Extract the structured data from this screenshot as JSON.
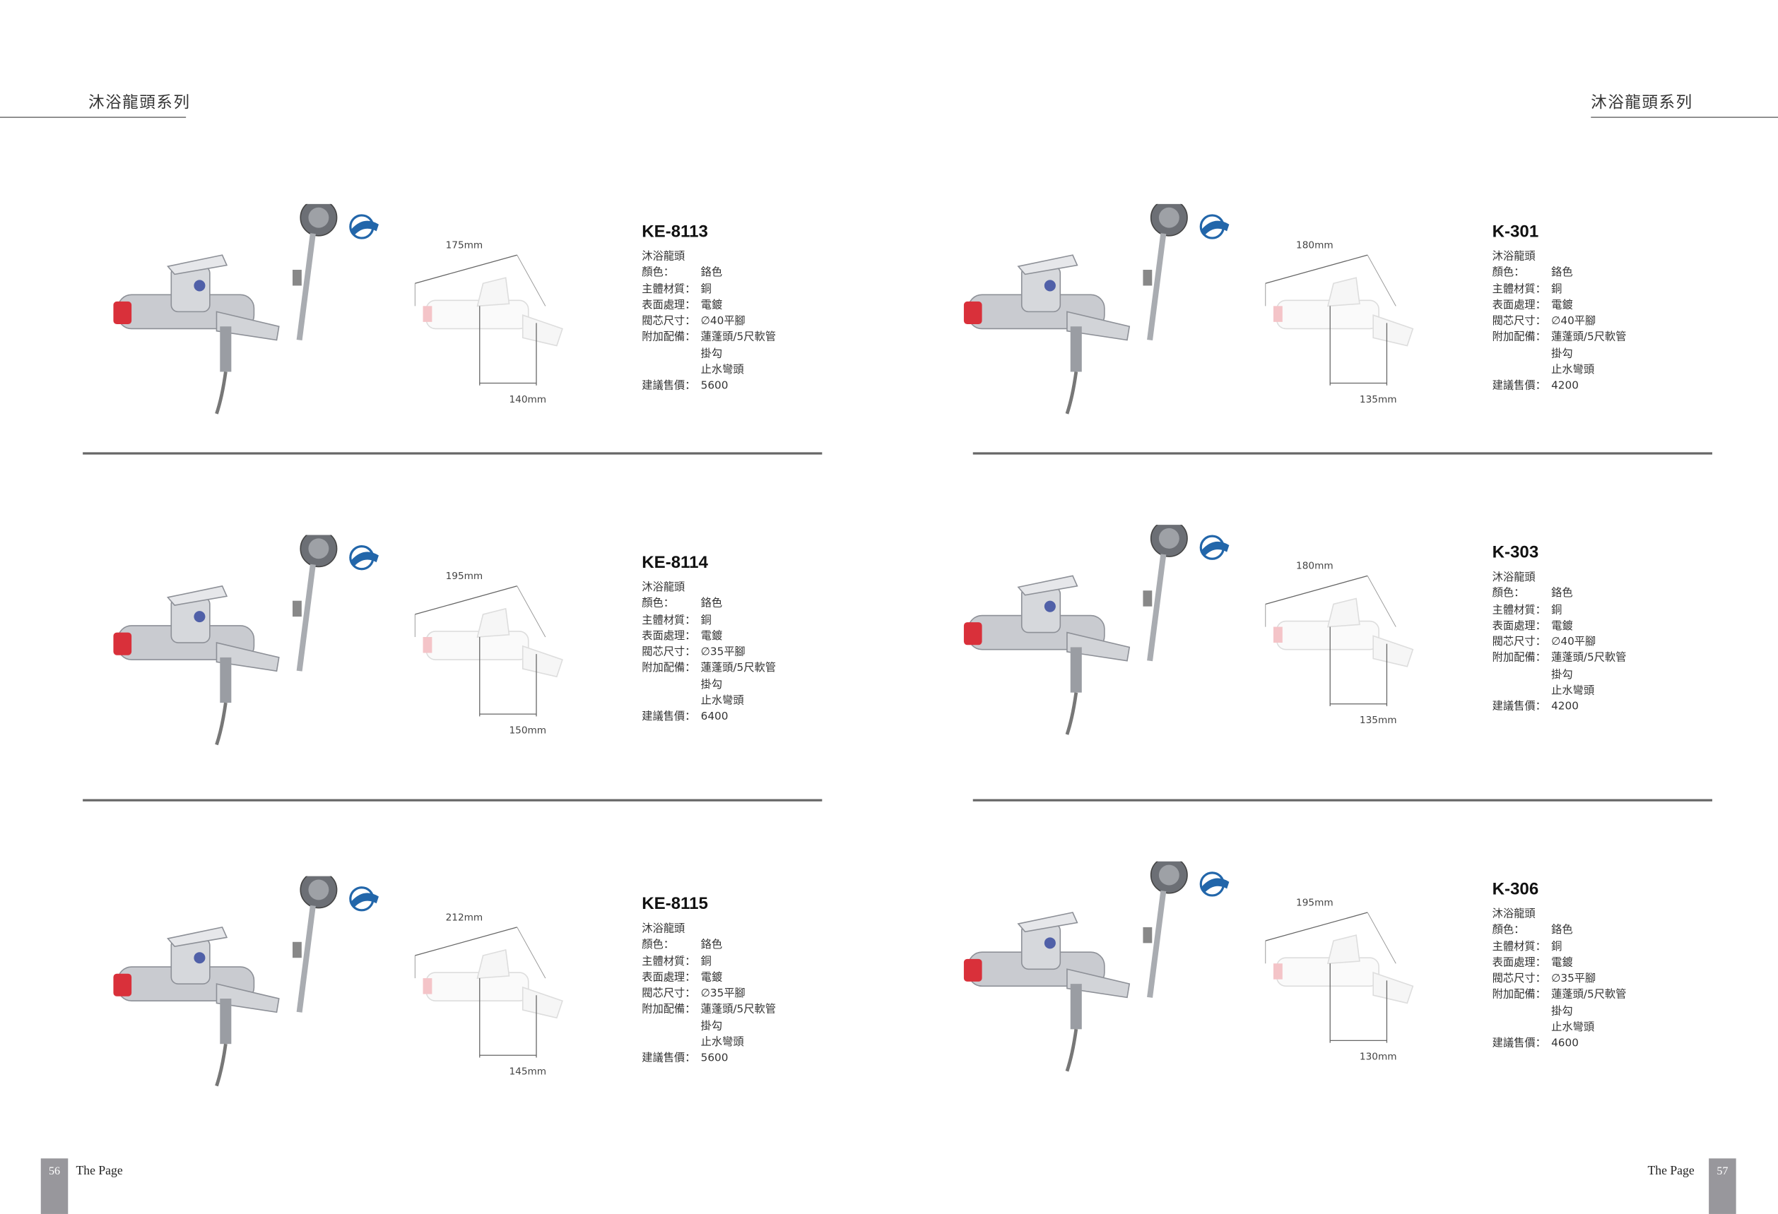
{
  "header": {
    "left_title": "沐浴龍頭系列",
    "right_title": "沐浴龍頭系列"
  },
  "footer": {
    "left_page": "56",
    "left_label": "The Page",
    "right_page": "57",
    "right_label": "The Page"
  },
  "spec_labels": {
    "type": "沐浴龍頭",
    "color": "顏色：",
    "material": "主體材質：",
    "finish": "表面處理：",
    "cartridge": "閥芯尺寸：",
    "accessories": "附加配備：",
    "price": "建議售價："
  },
  "products": [
    {
      "model": "KE-8113",
      "color": "鉻色",
      "material": "銅",
      "finish": "電鍍",
      "cartridge": "∅40平腳",
      "acc1": "蓮蓬頭/5尺軟管",
      "acc2": "掛勾",
      "acc3": "止水彎頭",
      "price": "5600",
      "dim_width": "175mm",
      "dim_depth": "140mm"
    },
    {
      "model": "KE-8114",
      "color": "鉻色",
      "material": "銅",
      "finish": "電鍍",
      "cartridge": "∅35平腳",
      "acc1": "蓮蓬頭/5尺軟管",
      "acc2": "掛勾",
      "acc3": "止水彎頭",
      "price": "6400",
      "dim_width": "195mm",
      "dim_depth": "150mm"
    },
    {
      "model": "KE-8115",
      "color": "鉻色",
      "material": "銅",
      "finish": "電鍍",
      "cartridge": "∅35平腳",
      "acc1": "蓮蓬頭/5尺軟管",
      "acc2": "掛勾",
      "acc3": "止水彎頭",
      "price": "5600",
      "dim_width": "212mm",
      "dim_depth": "145mm"
    },
    {
      "model": "K-301",
      "color": "鉻色",
      "material": "銅",
      "finish": "電鍍",
      "cartridge": "∅40平腳",
      "acc1": "蓮蓬頭/5尺軟管",
      "acc2": "掛勾",
      "acc3": "止水彎頭",
      "price": "4200",
      "dim_width": "180mm",
      "dim_depth": "135mm"
    },
    {
      "model": "K-303",
      "color": "鉻色",
      "material": "銅",
      "finish": "電鍍",
      "cartridge": "∅40平腳",
      "acc1": "蓮蓬頭/5尺軟管",
      "acc2": "掛勾",
      "acc3": "止水彎頭",
      "price": "4200",
      "dim_width": "180mm",
      "dim_depth": "135mm"
    },
    {
      "model": "K-306",
      "color": "鉻色",
      "material": "銅",
      "finish": "電鍍",
      "cartridge": "∅35平腳",
      "acc1": "蓮蓬頭/5尺軟管",
      "acc2": "掛勾",
      "acc3": "止水彎頭",
      "price": "4600",
      "dim_width": "195mm",
      "dim_depth": "130mm"
    }
  ]
}
